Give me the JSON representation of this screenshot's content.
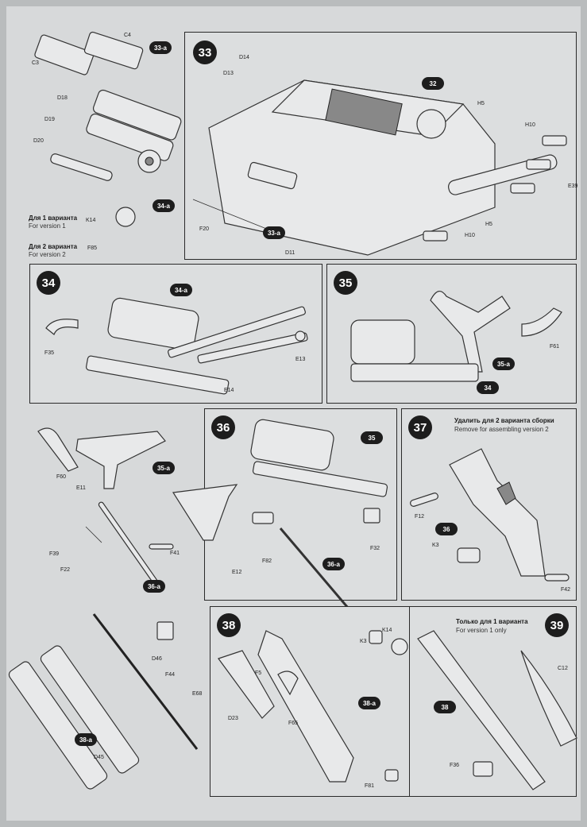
{
  "steps": {
    "s33": "33",
    "s34": "34",
    "s35": "35",
    "s36": "36",
    "s37": "37",
    "s38": "38",
    "s39": "39"
  },
  "subassemblies": {
    "a33": "33-a",
    "a34": "34-a",
    "a35": "35-a",
    "a36": "36-a",
    "a38": "38-a",
    "ref32": "32",
    "ref34": "34",
    "ref35": "35",
    "ref36": "36",
    "ref38": "38"
  },
  "notes": {
    "v1_ru": "Для 1 варианта",
    "v1_en": "For version 1",
    "v2_ru": "Для 2 варианта",
    "v2_en": "For version 2",
    "remove_ru": "Удалить для 2 варианта сборки",
    "remove_en": "Remove for assembling version 2",
    "only_ru": "Только для 1 варианта",
    "only_en": "For version 1 only"
  },
  "parts": {
    "C4": "C4",
    "C3": "C3",
    "D18": "D18",
    "D19": "D19",
    "D20": "D20",
    "K14": "K14",
    "F85": "F85",
    "D14": "D14",
    "D13": "D13",
    "H5": "H5",
    "H10": "H10",
    "E39": "E39",
    "F20": "F20",
    "D11": "D11",
    "F35": "F35",
    "E13": "E13",
    "E14": "E14",
    "F61": "F61",
    "F60": "F60",
    "E11": "E11",
    "F39": "F39",
    "F22": "F22",
    "F41": "F41",
    "E12": "E12",
    "F82": "F82",
    "F32": "F32",
    "F12": "F12",
    "K3": "K3",
    "F42": "F42",
    "D46": "D46",
    "F44": "F44",
    "E68": "E68",
    "D45": "D45",
    "F5": "F5",
    "D23": "D23",
    "F65": "F65",
    "F81": "F81",
    "C12": "C12",
    "F36": "F36"
  }
}
